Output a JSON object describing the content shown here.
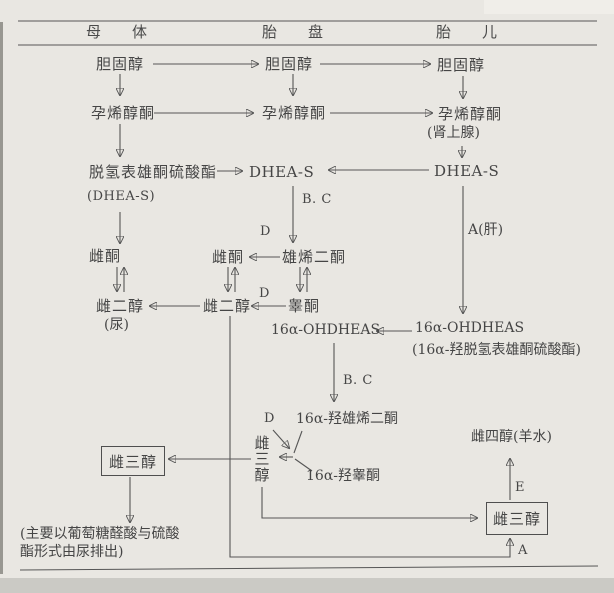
{
  "page": {
    "bg": "#e9e7e2",
    "ink": "#454545",
    "line": "#5c5c5c"
  },
  "header": {
    "mother": "母　体",
    "placenta": "胎　盘",
    "fetus": "胎　儿"
  },
  "mother": {
    "cholesterol": "胆固醇",
    "pregnenolone": "孕烯醇酮",
    "dheas_cn": "脱氢表雄酮硫酸酯",
    "dheas_en": "(DHEA-S)",
    "estrone": "雌酮",
    "estradiol": "雌二醇",
    "urine": "(尿)",
    "estriol": "雌三醇",
    "excretion_l1": "(主要以葡萄糖醛酸与硫酸",
    "excretion_l2": "酯形式由尿排出)"
  },
  "placenta": {
    "cholesterol": "胆固醇",
    "pregnenolone": "孕烯醇酮",
    "dheas": "DHEA-S",
    "enzyme_bc_1": "B. C",
    "enzyme_d_1": "D",
    "estrone": "雌酮",
    "androstenedione": "雄烯二酮",
    "estradiol": "雌二醇",
    "testosterone": "睾酮",
    "enzyme_d_2": "D",
    "ohdheas": "16α-OHDHEAS",
    "enzyme_bc_2": "B. C",
    "enzyme_d_3": "D",
    "oh_androstenedione": "16α-羟雄烯二酮",
    "estriol": "雌三醇",
    "oh_testosterone": "16α-羟睾酮"
  },
  "fetus": {
    "cholesterol": "胆固醇",
    "pregnenolone": "孕烯醇酮",
    "adrenal": "(肾上腺)",
    "dheas": "DHEA-S",
    "enzyme_a_liver": "A(肝)",
    "ohdheas": "16α-OHDHEAS",
    "ohdheas_cn": "(16α-羟脱氢表雄酮硫酸酯)",
    "estetrol": "雌四醇(羊水)",
    "enzyme_e": "E",
    "estriol": "雌三醇",
    "enzyme_a": "A"
  }
}
